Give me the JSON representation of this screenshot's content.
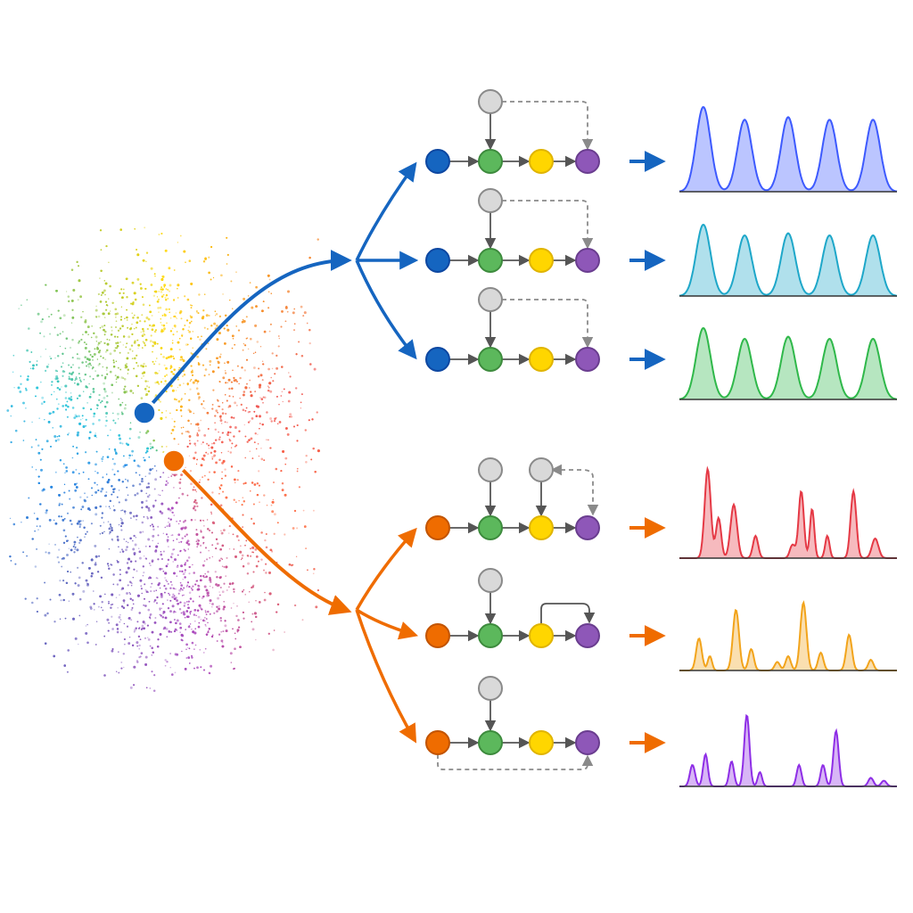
{
  "colors": {
    "background": "#ffffff",
    "blue_accent": "#1565c0",
    "orange_accent": "#ef6c00",
    "node_gray": "#d9d9d9",
    "node_gray_stroke": "#8a8a8a",
    "node_green": "#5cb85c",
    "node_yellow": "#ffd600",
    "node_purple": "#8e57b8",
    "edge": "#555555",
    "dashed_edge": "#8a8a8a",
    "cloud_palette": [
      "#ffd600",
      "#8bc34a",
      "#26c6da",
      "#1e88e5",
      "#5c6bc0",
      "#ab47bc",
      "#ef5350",
      "#ff7043"
    ]
  },
  "latent_space": {
    "description_icon": "point-cloud",
    "points": [
      {
        "name": "blue-sample-point",
        "color": "#1565c0"
      },
      {
        "name": "orange-sample-point",
        "color": "#ef6c00"
      }
    ]
  },
  "groups": [
    {
      "name": "blue-group",
      "accent": "#1565c0",
      "rows": [
        {
          "graph": "chain-with-dashed-feedback",
          "spectrum_color": "#3d5afe",
          "spectrum_type": "periodic"
        },
        {
          "graph": "chain-with-dashed-feedback",
          "spectrum_color": "#1ea7c9",
          "spectrum_type": "periodic"
        },
        {
          "graph": "chain-with-dashed-feedback",
          "spectrum_color": "#2fb84a",
          "spectrum_type": "periodic"
        }
      ]
    },
    {
      "name": "orange-group",
      "accent": "#ef6c00",
      "rows": [
        {
          "graph": "chain-two-inputs-dashed-loop",
          "spectrum_color": "#e53945",
          "spectrum_type": "irregular"
        },
        {
          "graph": "chain-solid-loop",
          "spectrum_color": "#f2a41c",
          "spectrum_type": "irregular"
        },
        {
          "graph": "chain-dashed-bypass-below",
          "spectrum_color": "#8e2ee6",
          "spectrum_type": "irregular"
        }
      ]
    }
  ]
}
